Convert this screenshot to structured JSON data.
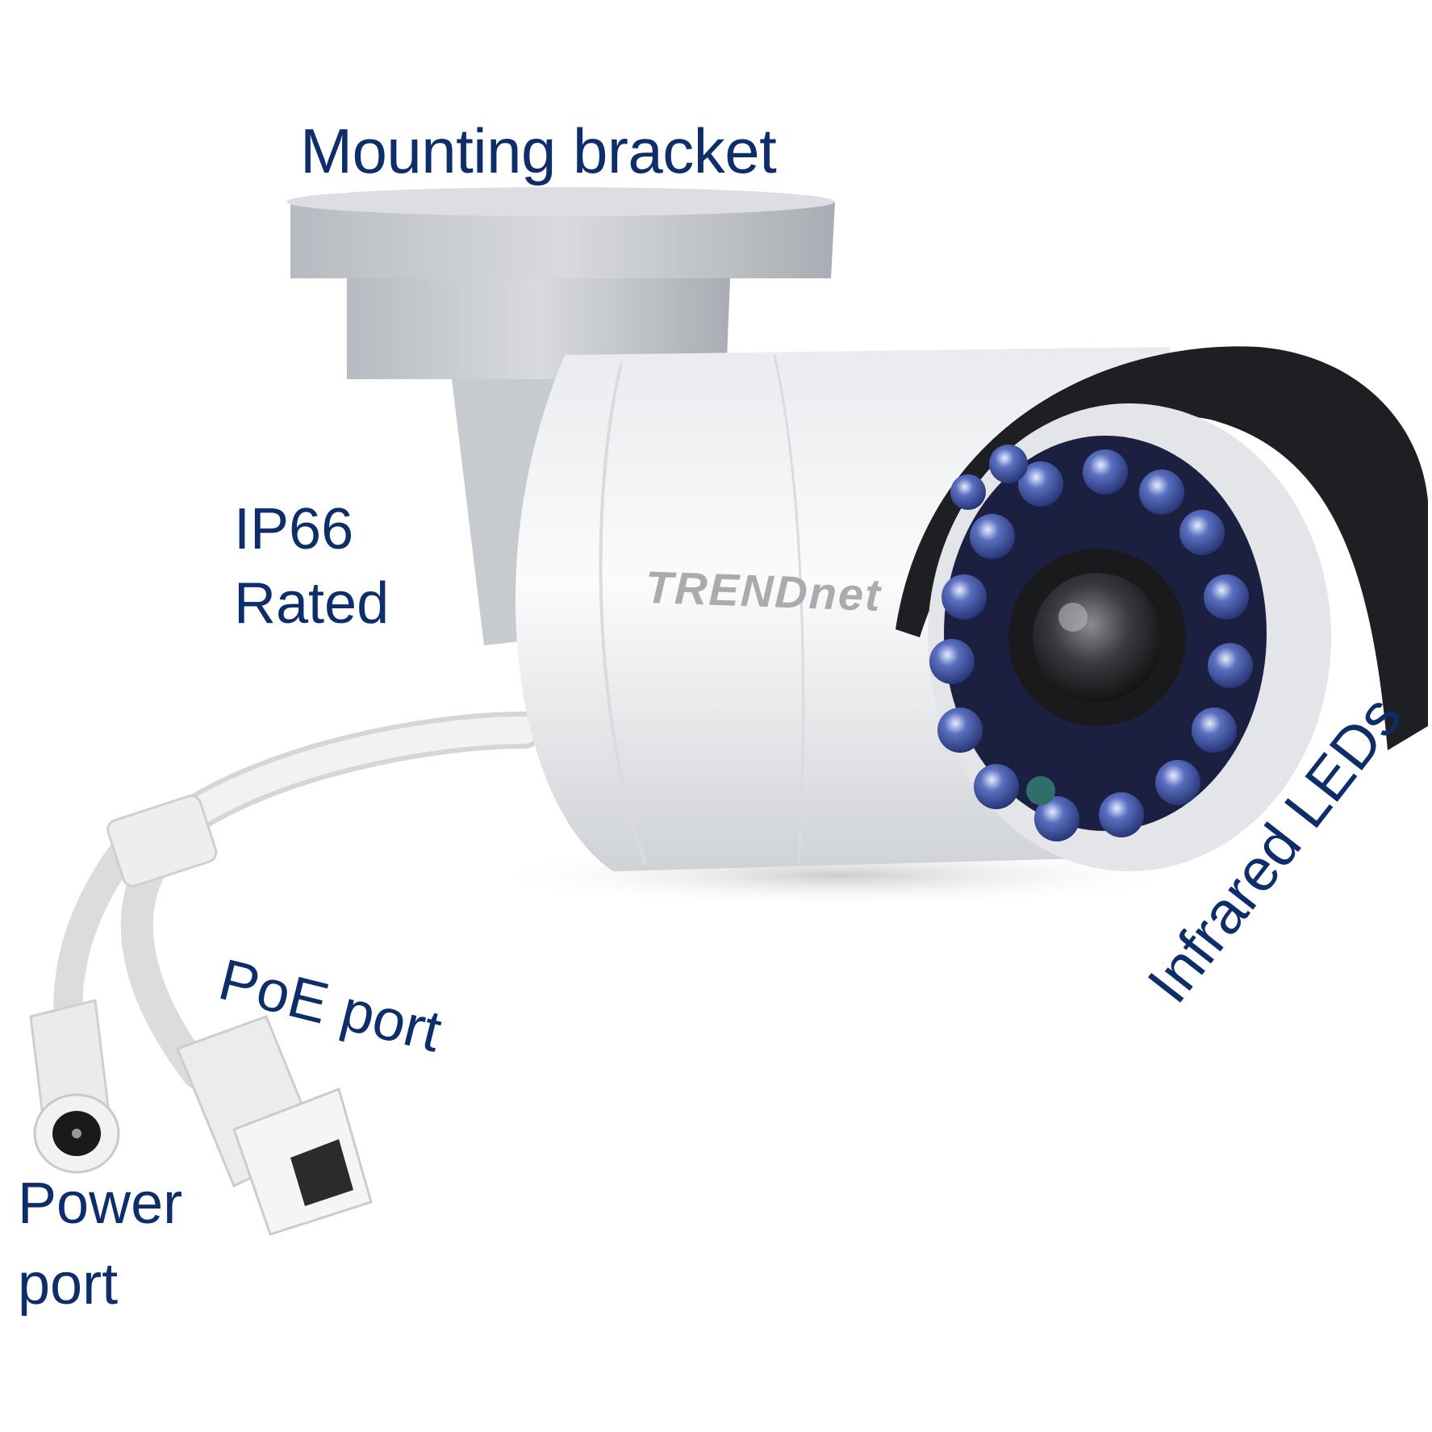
{
  "image": {
    "subject": "Outdoor bullet network camera with callout labels",
    "background": "#ffffff",
    "label_color": "#0d2d6b"
  },
  "brand_logo": "TRENDnet",
  "labels": {
    "mounting_bracket": "Mounting bracket",
    "ip66_line1": "IP66",
    "ip66_line2": "Rated",
    "poe_port": "PoE port",
    "power_port_line1": "Power",
    "power_port_line2": "port",
    "infrared_leds": "Infrared LEDs"
  },
  "colors": {
    "camera_body": "#f1f2f4",
    "bracket": "#c3c6cb",
    "sunshield": "#1e1f22",
    "led": "#3a4f9e",
    "lens": "#2a2b2e",
    "cable": "#ececec"
  }
}
